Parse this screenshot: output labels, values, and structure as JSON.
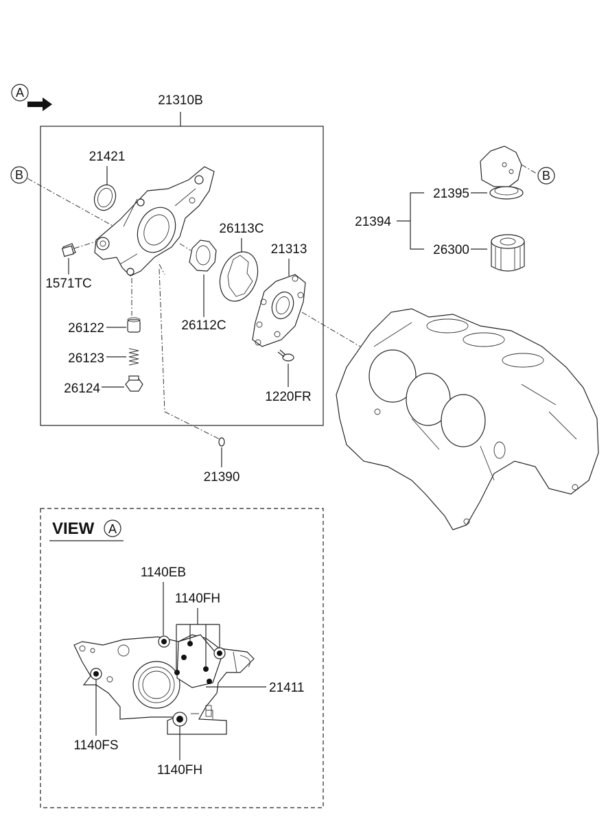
{
  "callouts": {
    "view_a": "A",
    "view_b_left": "B",
    "view_b_right": "B",
    "view_a_title": "VIEW",
    "view_a_circle": "A"
  },
  "parts": {
    "assembly": "21310B",
    "seal": "21421",
    "plug": "1571TC",
    "relief_plunger": "26122",
    "relief_spring": "26123",
    "relief_plug": "26124",
    "inner_rotor": "26112C",
    "outer_rotor": "26113C",
    "cover": "21313",
    "cover_screw": "1220FR",
    "o_ring": "21390",
    "filter_assembly": "21394",
    "filter_bracket": "21395",
    "filter_cartridge": "26300"
  },
  "view_a_parts": {
    "bolt_eb": "1140EB",
    "bolt_fh_top": "1140FH",
    "case": "21411",
    "bolt_fs": "1140FS",
    "bolt_fh_bottom": "1140FH"
  }
}
